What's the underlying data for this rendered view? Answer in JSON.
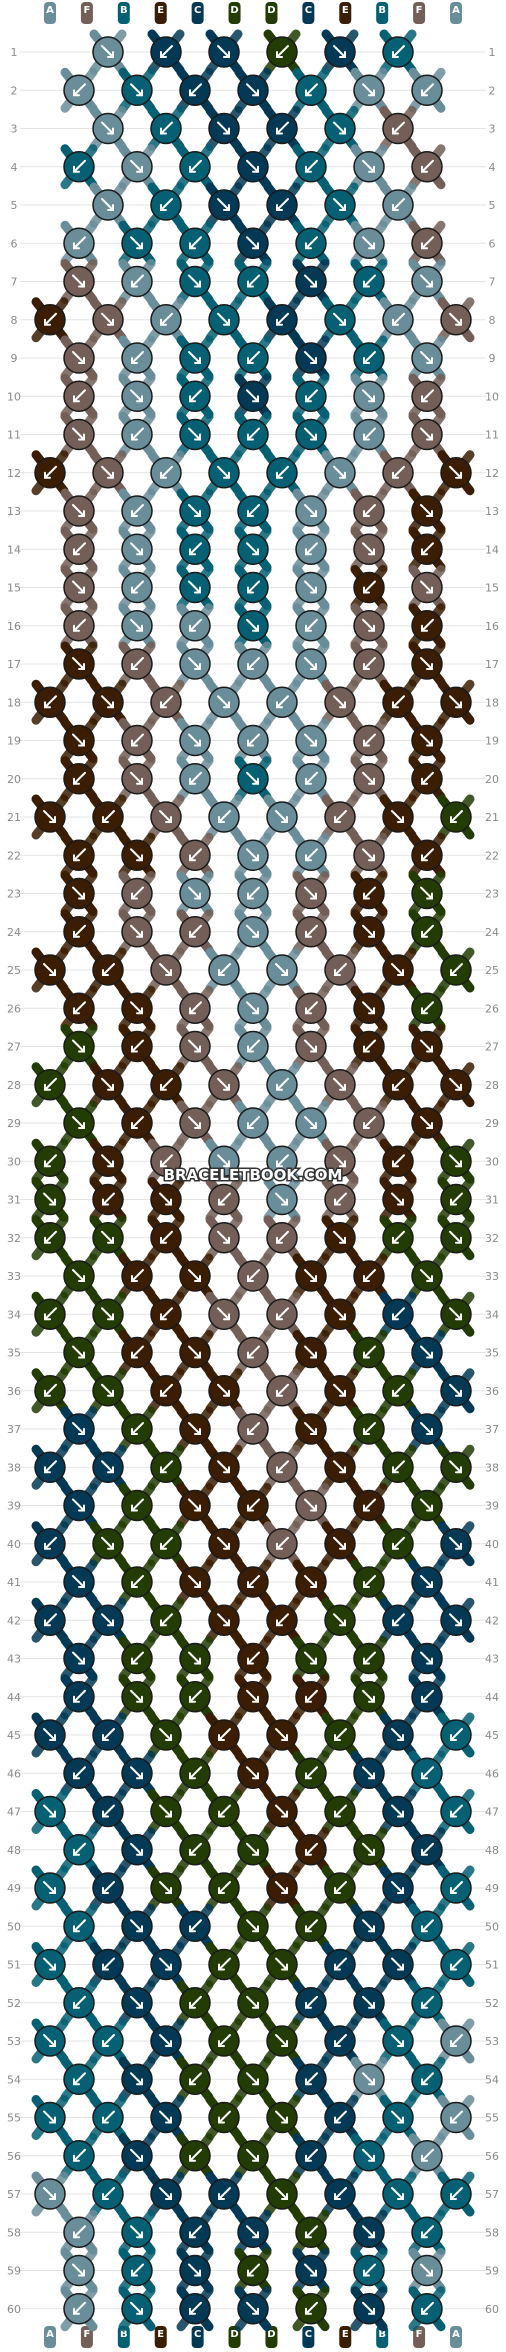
{
  "watermark": "BRACELETBOOK.COM",
  "colors": {
    "A": "#6a8d9a",
    "B": "#056073",
    "C": "#033954",
    "D": "#223c03",
    "E": "#3a1d02",
    "F": "#735f57"
  },
  "top_strands": [
    "A",
    "F",
    "B",
    "E",
    "C",
    "D",
    "D",
    "C",
    "E",
    "B",
    "F",
    "A"
  ],
  "bottom_strands": [
    "A",
    "F",
    "B",
    "E",
    "C",
    "D",
    "D",
    "C",
    "E",
    "B",
    "F",
    "A"
  ],
  "row_numbers": [
    "1",
    "2",
    "3",
    "4",
    "5",
    "6",
    "7",
    "8",
    "9",
    "10",
    "11",
    "12",
    "13",
    "14",
    "15",
    "16",
    "17",
    "18",
    "19",
    "20",
    "21",
    "22",
    "23",
    "24",
    "25",
    "26",
    "27",
    "28",
    "29",
    "30",
    "31",
    "32",
    "33",
    "34",
    "35",
    "36",
    "37",
    "38",
    "39",
    "40",
    "41",
    "42",
    "43",
    "44",
    "45",
    "46",
    "47",
    "48",
    "49",
    "50",
    "51",
    "52",
    "53",
    "54",
    "55",
    "56",
    "57",
    "58",
    "59",
    "60"
  ],
  "knot_rows": [
    [
      "A",
      "C",
      "C",
      "D",
      "C",
      "B"
    ],
    [
      "A",
      "B",
      "C",
      "C",
      "B",
      "A",
      "A"
    ],
    [
      "A",
      "B",
      "C",
      "C",
      "B",
      "F"
    ],
    [
      "B",
      "A",
      "B",
      "C",
      "B",
      "A",
      "F"
    ],
    [
      "A",
      "B",
      "C",
      "C",
      "B",
      "A"
    ],
    [
      "A",
      "B",
      "B",
      "C",
      "B",
      "A",
      "F"
    ],
    [
      "F",
      "A",
      "B",
      "B",
      "C",
      "B",
      "A"
    ],
    [
      "E",
      "F",
      "A",
      "B",
      "C",
      "B",
      "A",
      "F"
    ],
    [
      "F",
      "A",
      "B",
      "B",
      "C",
      "B",
      "A"
    ],
    [
      "F",
      "A",
      "B",
      "C",
      "B",
      "A",
      "F"
    ],
    [
      "F",
      "A",
      "B",
      "B",
      "B",
      "A",
      "F"
    ],
    [
      "E",
      "F",
      "A",
      "B",
      "B",
      "A",
      "F",
      "E"
    ],
    [
      "F",
      "A",
      "B",
      "B",
      "A",
      "F",
      "E"
    ],
    [
      "F",
      "A",
      "B",
      "B",
      "A",
      "F",
      "E"
    ],
    [
      "F",
      "A",
      "B",
      "B",
      "A",
      "E",
      "F"
    ],
    [
      "F",
      "A",
      "A",
      "B",
      "A",
      "F",
      "E"
    ],
    [
      "E",
      "F",
      "A",
      "A",
      "A",
      "F",
      "E"
    ],
    [
      "E",
      "E",
      "F",
      "A",
      "A",
      "F",
      "E",
      "E"
    ],
    [
      "E",
      "F",
      "A",
      "A",
      "A",
      "F",
      "E"
    ],
    [
      "E",
      "F",
      "A",
      "B",
      "A",
      "F",
      "E"
    ],
    [
      "E",
      "E",
      "F",
      "A",
      "A",
      "F",
      "E",
      "D"
    ],
    [
      "E",
      "E",
      "F",
      "A",
      "A",
      "F",
      "E"
    ],
    [
      "E",
      "F",
      "A",
      "A",
      "F",
      "E",
      "D"
    ],
    [
      "E",
      "F",
      "F",
      "A",
      "F",
      "E",
      "D"
    ],
    [
      "E",
      "E",
      "F",
      "A",
      "A",
      "F",
      "E",
      "D"
    ],
    [
      "E",
      "E",
      "F",
      "A",
      "F",
      "E",
      "D"
    ],
    [
      "D",
      "E",
      "F",
      "A",
      "F",
      "E",
      "E"
    ],
    [
      "D",
      "E",
      "E",
      "F",
      "A",
      "F",
      "E",
      "E"
    ],
    [
      "D",
      "E",
      "F",
      "A",
      "A",
      "F",
      "E"
    ],
    [
      "D",
      "E",
      "F",
      "A",
      "A",
      "F",
      "E",
      "D"
    ],
    [
      "D",
      "E",
      "E",
      "F",
      "A",
      "F",
      "E",
      "D"
    ],
    [
      "D",
      "D",
      "E",
      "F",
      "F",
      "E",
      "D",
      "D"
    ],
    [
      "D",
      "E",
      "E",
      "F",
      "E",
      "E",
      "D"
    ],
    [
      "D",
      "D",
      "E",
      "F",
      "F",
      "E",
      "C",
      "D"
    ],
    [
      "D",
      "E",
      "E",
      "F",
      "E",
      "D",
      "C"
    ],
    [
      "D",
      "D",
      "E",
      "E",
      "F",
      "E",
      "D",
      "C"
    ],
    [
      "C",
      "D",
      "E",
      "F",
      "E",
      "D",
      "C"
    ],
    [
      "C",
      "C",
      "D",
      "E",
      "F",
      "E",
      "D",
      "D"
    ],
    [
      "C",
      "D",
      "E",
      "E",
      "F",
      "E",
      "D"
    ],
    [
      "C",
      "D",
      "D",
      "E",
      "F",
      "E",
      "D",
      "C"
    ],
    [
      "C",
      "D",
      "E",
      "E",
      "E",
      "D",
      "C"
    ],
    [
      "C",
      "C",
      "D",
      "E",
      "E",
      "D",
      "C",
      "C"
    ],
    [
      "C",
      "D",
      "D",
      "E",
      "D",
      "D",
      "C"
    ],
    [
      "C",
      "D",
      "D",
      "E",
      "E",
      "D",
      "C"
    ],
    [
      "C",
      "C",
      "D",
      "E",
      "E",
      "D",
      "C",
      "B"
    ],
    [
      "C",
      "C",
      "D",
      "E",
      "D",
      "C",
      "B"
    ],
    [
      "B",
      "C",
      "D",
      "D",
      "E",
      "D",
      "C",
      "B"
    ],
    [
      "B",
      "C",
      "D",
      "D",
      "E",
      "D",
      "C"
    ],
    [
      "B",
      "C",
      "D",
      "D",
      "E",
      "D",
      "C",
      "B"
    ],
    [
      "B",
      "C",
      "C",
      "D",
      "D",
      "C",
      "B"
    ],
    [
      "B",
      "C",
      "C",
      "D",
      "D",
      "C",
      "C",
      "B"
    ],
    [
      "B",
      "C",
      "D",
      "D",
      "C",
      "C",
      "B"
    ],
    [
      "B",
      "B",
      "C",
      "D",
      "D",
      "C",
      "B",
      "A"
    ],
    [
      "B",
      "C",
      "D",
      "D",
      "C",
      "A",
      "B"
    ],
    [
      "B",
      "B",
      "C",
      "D",
      "D",
      "C",
      "B",
      "A"
    ],
    [
      "B",
      "C",
      "D",
      "D",
      "C",
      "B",
      "A"
    ],
    [
      "A",
      "B",
      "C",
      "C",
      "D",
      "C",
      "B",
      "B"
    ],
    [
      "A",
      "B",
      "C",
      "C",
      "D",
      "C",
      "B"
    ],
    [
      "A",
      "B",
      "C",
      "D",
      "C",
      "B",
      "A"
    ],
    [
      "A",
      "B",
      "C",
      "C",
      "D",
      "C",
      "B"
    ]
  ]
}
